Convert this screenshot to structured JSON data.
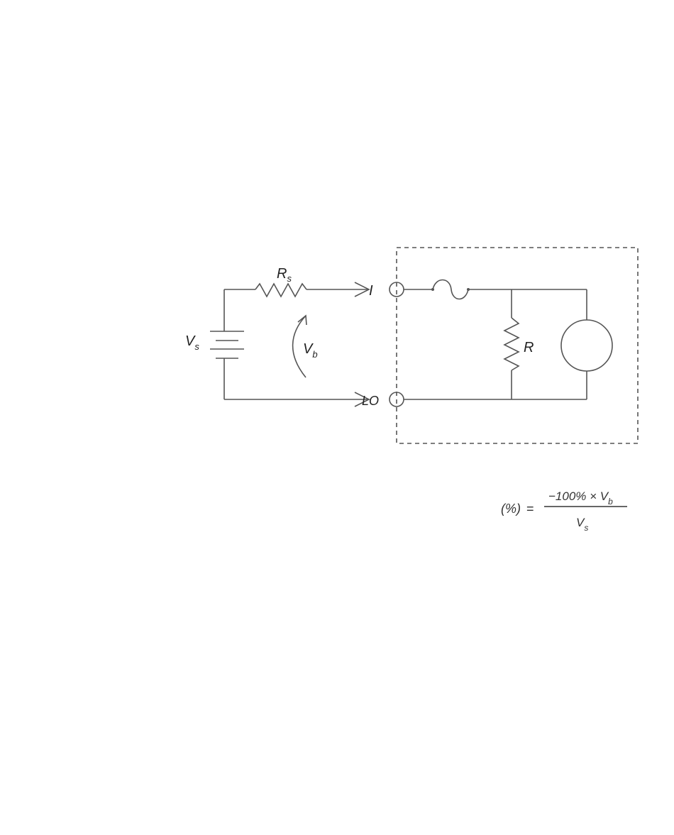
{
  "labels": {
    "source_voltage": "V",
    "source_voltage_sub": "s",
    "source_resistance": "R",
    "source_resistance_sub": "s",
    "burden_voltage": "V",
    "burden_voltage_sub": "b",
    "input_terminal": "I",
    "lo_terminal": "LO",
    "shunt_resistor": "R"
  },
  "equation": {
    "lhs": "(%)",
    "equals": "=",
    "numerator_prefix": "−100% × ",
    "numerator_var": "V",
    "numerator_sub": "b",
    "denominator_var": "V",
    "denominator_sub": "s"
  },
  "colors": {
    "line": "#555555",
    "text": "#222222"
  }
}
